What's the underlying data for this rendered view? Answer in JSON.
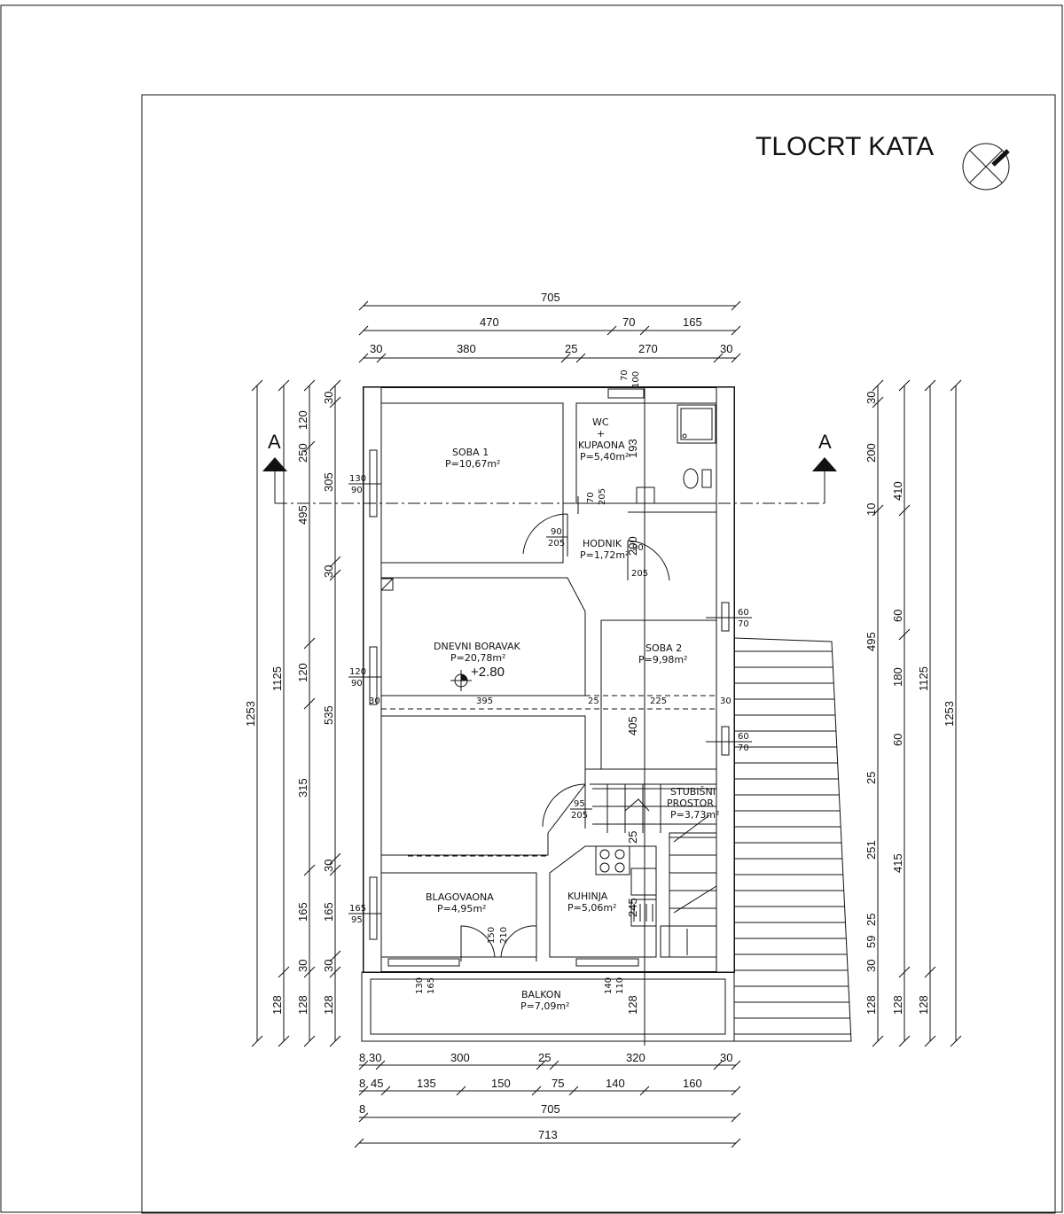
{
  "title": "TLOCRT KATA",
  "section_label": "A",
  "rooms": {
    "soba1": {
      "name": "SOBA 1",
      "area": "P=10,67m²"
    },
    "wc": {
      "name1": "WC",
      "name2": "+",
      "name3": "KUPAONA",
      "area": "P=5,40m²"
    },
    "hodnik": {
      "name": "HODNIK",
      "area": "P=1,72m²"
    },
    "dnevni": {
      "name": "DNEVNI BORAVAK",
      "area": "P=20,78m²"
    },
    "soba2": {
      "name": "SOBA 2",
      "area": "P=9,98m²"
    },
    "stubisni": {
      "name1": "STUBIŠNI",
      "name2": "PROSTOR",
      "area": "P=3,73m²"
    },
    "blagovaona": {
      "name": "BLAGOVAONA",
      "area": "P=4,95m²"
    },
    "kuhinja": {
      "name": "KUHINJA",
      "area": "P=5,06m²"
    },
    "balkon": {
      "name": "BALKON",
      "area": "P=7,09m²"
    }
  },
  "level": "+2.80",
  "dims_top": {
    "row1": [
      "705"
    ],
    "row2": [
      "470",
      "70",
      "165"
    ],
    "row3": [
      "30",
      "380",
      "25",
      "270",
      "30"
    ]
  },
  "dims_bottom": {
    "row1": [
      "8",
      "30",
      "300",
      "25",
      "320",
      "30"
    ],
    "row2": [
      "8",
      "45",
      "135",
      "150",
      "75",
      "140",
      "160"
    ],
    "row3": [
      "8",
      "705"
    ],
    "row4": [
      "713"
    ]
  },
  "dims_left": {
    "col1": [
      "1253"
    ],
    "col2": [
      "1125",
      "128"
    ],
    "col3": [
      "120",
      "250",
      "495",
      "120",
      "315",
      "165",
      "30",
      "128"
    ],
    "col4": [
      "30",
      "305",
      "30",
      "535",
      "30",
      "165",
      "30",
      "128"
    ]
  },
  "dims_right": {
    "col1": [
      "30",
      "200",
      "10",
      "495",
      "25",
      "251",
      "25",
      "59",
      "30",
      "128"
    ],
    "col2": [
      "410",
      "60",
      "180",
      "60",
      "415",
      "128"
    ],
    "col3": [
      "1125",
      "128"
    ],
    "col4": [
      "1253"
    ]
  },
  "inner_dims": {
    "row": [
      "30",
      "395",
      "25",
      "225",
      "30"
    ],
    "openings": {
      "w1a": "130",
      "w1b": "90",
      "w2a": "120",
      "w2b": "90",
      "w3a": "165",
      "w3b": "95",
      "d1a": "90",
      "d1b": "205",
      "d2a": "90",
      "d2b": "205",
      "d3a": "70",
      "d3b": "205",
      "d4a": "95",
      "d4b": "205",
      "s2a": "60",
      "s2b": "70",
      "s3a": "60",
      "s3b": "70",
      "top1": "70",
      "top2": "100",
      "bal1a": "130",
      "bal1b": "165",
      "bal2a": "140",
      "bal2b": "110",
      "bd1": "150",
      "bd2": "210",
      "wcv": "193",
      "hodv": "200",
      "sob2v": "405",
      "k1": "25",
      "k2": "245",
      "b128": "128"
    }
  }
}
